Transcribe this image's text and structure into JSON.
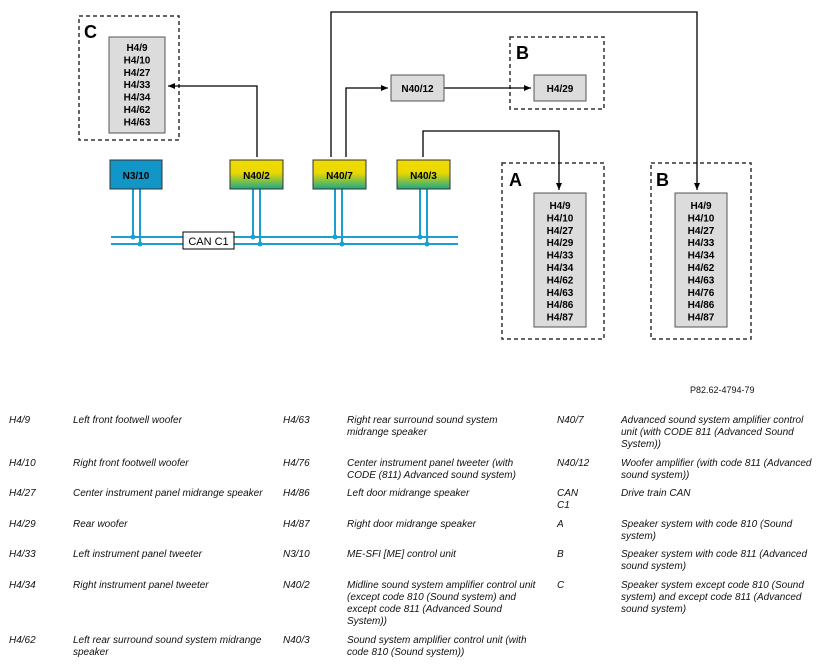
{
  "diagram": {
    "groups": {
      "C": {
        "letter": "C",
        "items": [
          "H4/9",
          "H4/10",
          "H4/27",
          "H4/33",
          "H4/34",
          "H4/62",
          "H4/63"
        ]
      },
      "B_top": {
        "letter": "B",
        "items": [
          "H4/29"
        ]
      },
      "A": {
        "letter": "A",
        "items": [
          "H4/9",
          "H4/10",
          "H4/27",
          "H4/29",
          "H4/33",
          "H4/34",
          "H4/62",
          "H4/63",
          "H4/86",
          "H4/87"
        ]
      },
      "B_right": {
        "letter": "B",
        "items": [
          "H4/9",
          "H4/10",
          "H4/27",
          "H4/33",
          "H4/34",
          "H4/62",
          "H4/63",
          "H4/76",
          "H4/86",
          "H4/87"
        ]
      }
    },
    "modules": {
      "n3_10": "N3/10",
      "n40_2": "N40/2",
      "n40_7": "N40/7",
      "n40_3": "N40/3",
      "n40_12": "N40/12"
    },
    "bus_label": "CAN C1",
    "colors": {
      "n3_10": "#1296c8",
      "gradient_top": "#f2dc00",
      "gradient_bottom": "#1aa88a",
      "bus": "#1aa0d0",
      "box_fill": "#dcdcdc"
    }
  },
  "reference": "P82.62-4794-79",
  "legend": [
    {
      "code": "H4/9",
      "desc": "Left front footwell woofer"
    },
    {
      "code": "H4/10",
      "desc": "Right front footwell woofer"
    },
    {
      "code": "H4/27",
      "desc": "Center instrument panel midrange speaker"
    },
    {
      "code": "H4/29",
      "desc": "Rear woofer"
    },
    {
      "code": "H4/33",
      "desc": "Left instrument panel tweeter"
    },
    {
      "code": "H4/34",
      "desc": "Right instrument panel tweeter"
    },
    {
      "code": "H4/62",
      "desc": "Left rear surround sound system midrange speaker"
    },
    {
      "code": "H4/63",
      "desc": "Right rear surround sound system midrange speaker"
    },
    {
      "code": "H4/76",
      "desc": "Center instrument panel tweeter (with CODE (811) Advanced sound system)"
    },
    {
      "code": "H4/86",
      "desc": "Left door midrange speaker"
    },
    {
      "code": "H4/87",
      "desc": "Right door midrange speaker"
    },
    {
      "code": "N3/10",
      "desc": "ME-SFI [ME] control unit"
    },
    {
      "code": "N40/2",
      "desc": "Midline sound system amplifier control unit (except code 810 (Sound system) and except code 811 (Advanced Sound System))"
    },
    {
      "code": "N40/3",
      "desc": "Sound system amplifier control unit (with code 810 (Sound system))"
    },
    {
      "code": "N40/7",
      "desc": "Advanced sound system amplifier control unit (with CODE 811 (Advanced Sound System))"
    },
    {
      "code": "N40/12",
      "desc": "Woofer amplifier (with code 811 (Advanced sound system))"
    },
    {
      "code": "CAN C1",
      "desc": "Drive train CAN"
    },
    {
      "code": "A",
      "desc": "Speaker system with code 810 (Sound system)"
    },
    {
      "code": "B",
      "desc": "Speaker system with code 811 (Advanced sound system)"
    },
    {
      "code": "C",
      "desc": "Speaker system except code 810 (Sound system) and except code 811 (Advanced sound system)"
    }
  ]
}
